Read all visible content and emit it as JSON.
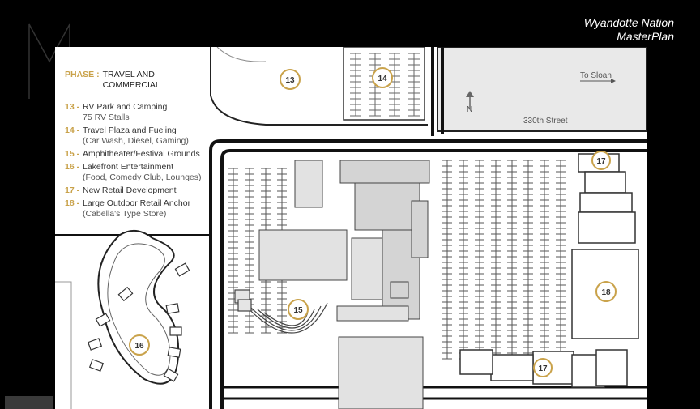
{
  "header": {
    "title_line1": "Wyandotte Nation",
    "title_line2": "MasterPlan"
  },
  "legend": {
    "phase_key": "PHASE :",
    "phase_value": "TRAVEL AND COMMERCIAL",
    "items": [
      {
        "num": "13 -",
        "title": "RV Park and Camping",
        "sub": "75 RV Stalls"
      },
      {
        "num": "14 -",
        "title": "Travel Plaza and Fueling",
        "sub": "(Car Wash, Diesel, Gaming)"
      },
      {
        "num": "15 -",
        "title": "Amphitheater/Festival Grounds",
        "sub": ""
      },
      {
        "num": "16 -",
        "title": "Lakefront Entertainment",
        "sub": "(Food, Comedy Club, Lounges)"
      },
      {
        "num": "17 -",
        "title": "New Retail Development",
        "sub": ""
      },
      {
        "num": "18 -",
        "title": "Large Outdoor Retail Anchor",
        "sub": "(Cabella's Type Store)"
      }
    ]
  },
  "map_labels": {
    "street": "330th Street",
    "to_sloan": "To Sloan",
    "north": "N"
  },
  "markers": [
    "13",
    "14",
    "15",
    "16",
    "17",
    "17",
    "18"
  ],
  "colors": {
    "accent": "#c9a24a",
    "building": "#d3d3d3",
    "road": "#111111",
    "field": "#e8e8e8"
  }
}
